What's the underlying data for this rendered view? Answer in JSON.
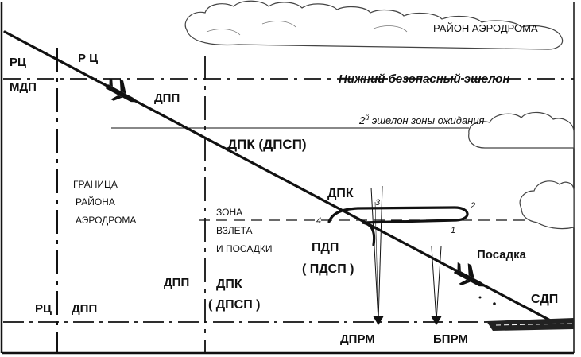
{
  "colors": {
    "ink": "#111111",
    "background": "#ffffff",
    "cloud_edge": "#444444"
  },
  "labels": {
    "rc_top": "РЦ",
    "rc_top_inner": "Р Ц",
    "mdp": "МДП",
    "dpp_top": "ДПП",
    "district_area": "РАЙОН АЭРОДРОМА",
    "lower_safe_level": "Нижний безопасный эшелон",
    "second_level": "2",
    "second_level_sup": "й",
    "second_level_rest": "эшелон зоны ожидания",
    "dpk_dpsp_mid": "ДПК (ДПСП)",
    "boundary_1": "ГРАНИЦА",
    "boundary_2": "РАЙОНА",
    "boundary_3": "АЭРОДРОМА",
    "zone_1": "ЗОНА",
    "zone_2": "ВЗЛЕТА",
    "zone_3": "И ПОСАДКИ",
    "dpk_near": "ДПК",
    "pdp": "ПДП",
    "pdsp": "( ПДСП )",
    "num_1": "1",
    "num_2": "2",
    "num_3": "3",
    "num_4": "4",
    "landing": "Посадка",
    "dpp_low": "ДПП",
    "dpk_low": "ДПК",
    "dpsp_low": "( ДПСП )",
    "rc_low": "РЦ",
    "dpp_lowleft": "ДПП",
    "sdp": "СДП",
    "dprm": "ДПРМ",
    "bprm": "БПРМ"
  }
}
